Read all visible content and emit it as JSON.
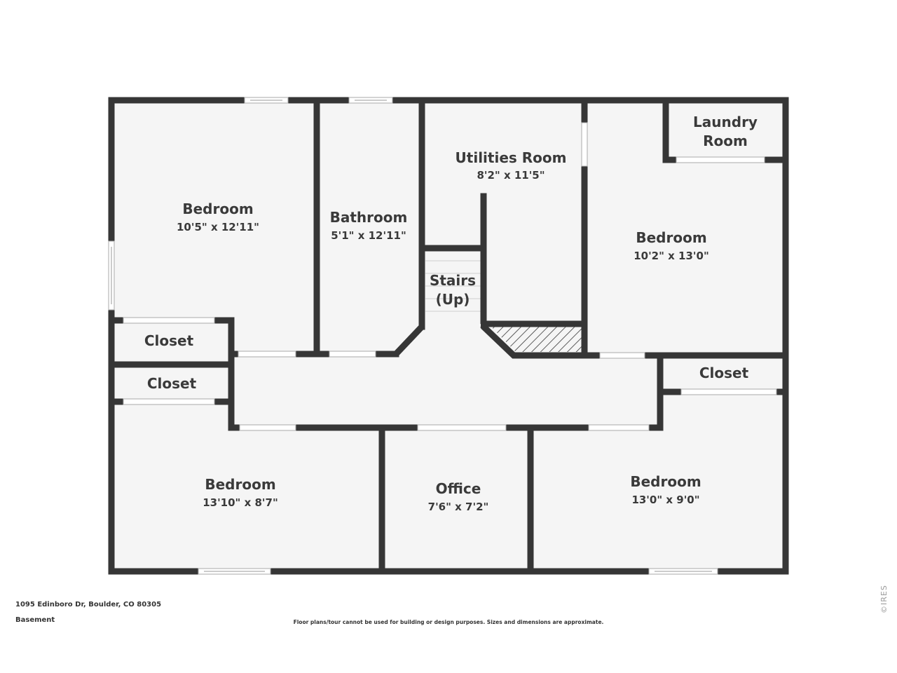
{
  "rooms": {
    "bedroom_nw": {
      "name": "Bedroom",
      "dims": "10'5\" x 12'11\""
    },
    "bathroom": {
      "name": "Bathroom",
      "dims": "5'1\" x 12'11\""
    },
    "utilities": {
      "name": "Utilities Room",
      "dims": "8'2\" x 11'5\""
    },
    "laundry": {
      "line1": "Laundry",
      "line2": "Room"
    },
    "bedroom_ne": {
      "name": "Bedroom",
      "dims": "10'2\" x 13'0\""
    },
    "stairs": {
      "line1": "Stairs",
      "line2": "(Up)"
    },
    "closet_1": {
      "name": "Closet"
    },
    "closet_2": {
      "name": "Closet"
    },
    "closet_3": {
      "name": "Closet"
    },
    "bedroom_sw": {
      "name": "Bedroom",
      "dims": "13'10\" x 8'7\""
    },
    "office": {
      "name": "Office",
      "dims": "7'6\" x 7'2\""
    },
    "bedroom_se": {
      "name": "Bedroom",
      "dims": "13'0\" x 9'0\""
    }
  },
  "footer": {
    "address": "1095 Edinboro Dr, Boulder, CO 80305",
    "level": "Basement",
    "disclaimer": "Floor plans/tour cannot be used for building or design purposes. Sizes and dimensions are approximate.",
    "watermark": "©IRES"
  },
  "colors": {
    "wall": "#363636",
    "floor": "#f5f5f5",
    "door": "#ffffff"
  }
}
